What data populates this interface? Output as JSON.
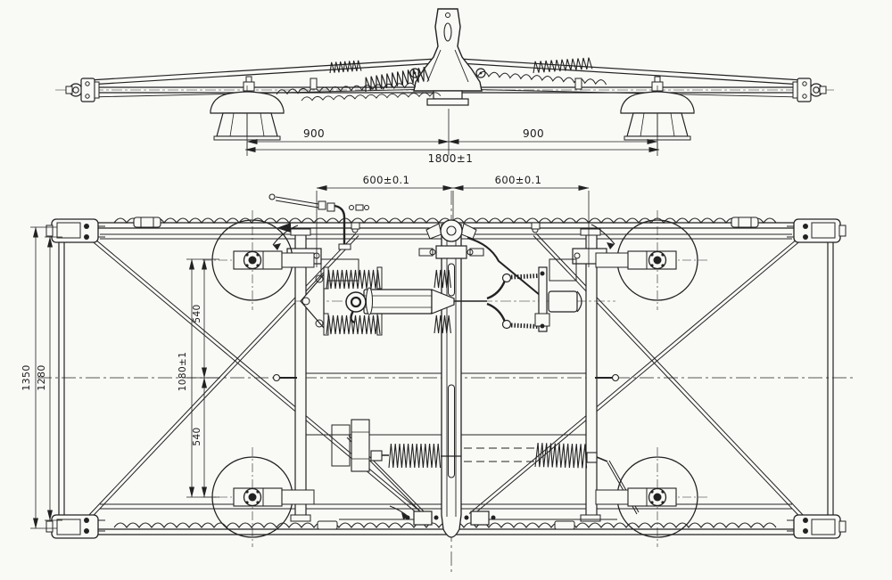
{
  "drawing": {
    "elevation": {
      "dim_left_half": "900",
      "dim_right_half": "900",
      "dim_total_span": "1800±1"
    },
    "plan": {
      "dim_top_left": "600±0.1",
      "dim_top_right": "600±0.1",
      "dim_overall_width": "1350",
      "dim_inner_width": "1280",
      "dim_half_track_top": "540",
      "dim_track": "1080±1",
      "dim_half_track_bottom": "540"
    },
    "colors": {
      "paper": "#f9f9f6",
      "ink": "#222222"
    }
  }
}
